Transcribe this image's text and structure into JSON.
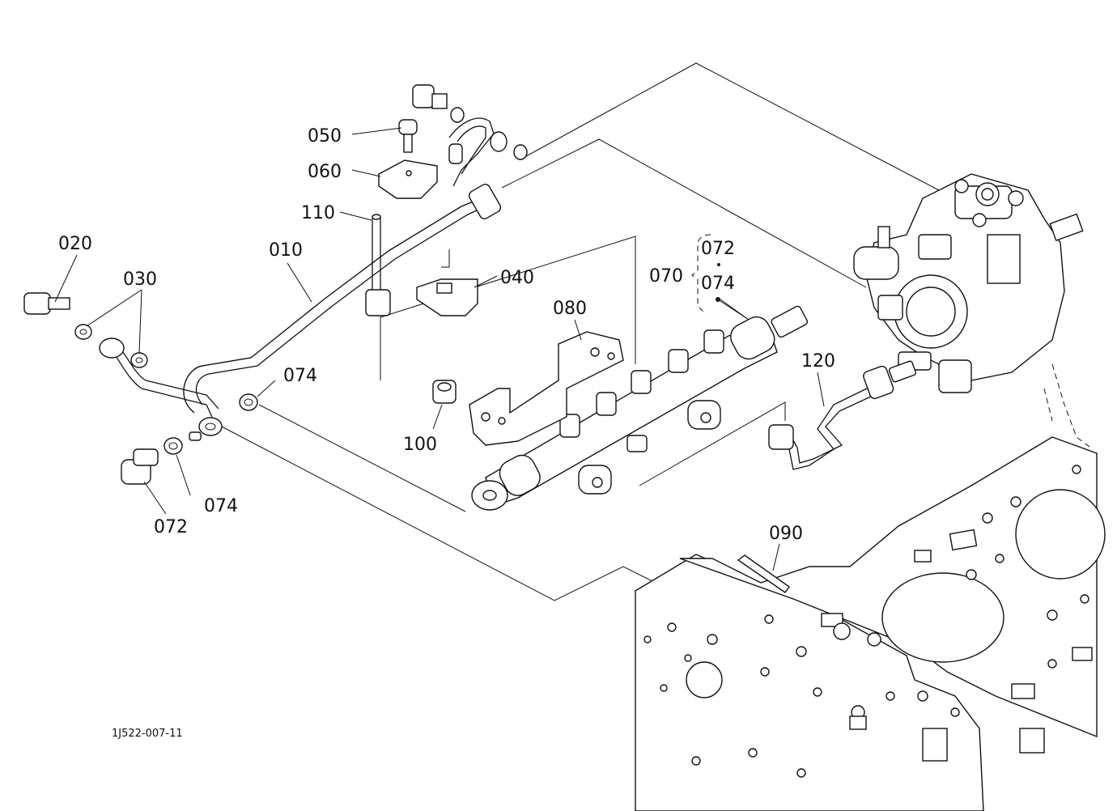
{
  "labels": {
    "l010": "010",
    "l020": "020",
    "l030": "030",
    "l040": "040",
    "l050": "050",
    "l060": "060",
    "l070": "070",
    "l072a": "072",
    "l072b": "072",
    "l074a": "074",
    "l074b": "074",
    "l074c": "074",
    "l080": "080",
    "l090": "090",
    "l100": "100",
    "l110": "110",
    "l120": "120"
  },
  "drawing_code": "1J522-007-11"
}
